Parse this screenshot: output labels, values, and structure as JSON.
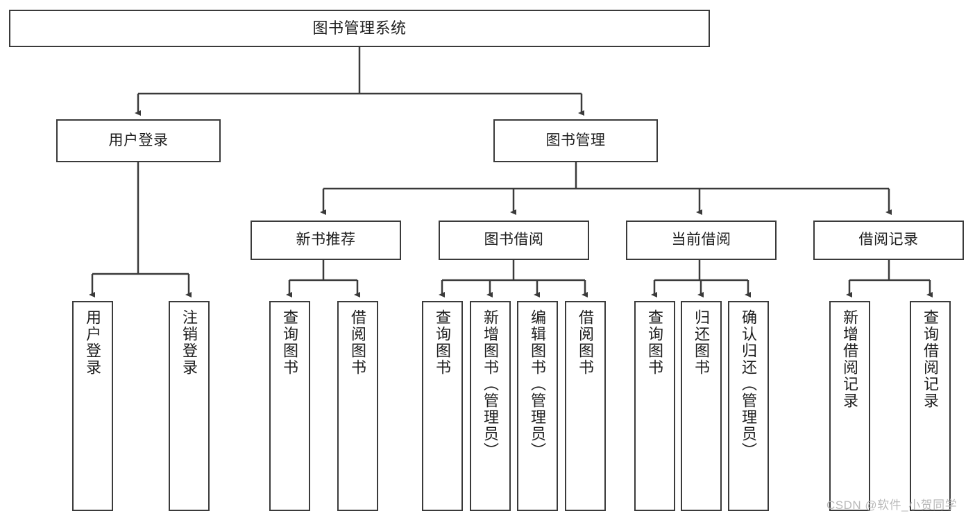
{
  "diagram": {
    "type": "tree",
    "title": "图书管理系统",
    "watermark": "CSDN @软件_小贺同学",
    "stroke_color": "#3a3a3a",
    "fill_color": "#ffffff",
    "text_color": "#1d1d1d",
    "levels": {
      "root": {
        "label": "图书管理系统"
      },
      "level2": [
        {
          "id": "user-login",
          "label": "用户登录"
        },
        {
          "id": "book-manage",
          "label": "图书管理"
        }
      ],
      "level3": [
        {
          "id": "new-book-recommend",
          "label": "新书推荐",
          "parent": "book-manage"
        },
        {
          "id": "book-borrow",
          "label": "图书借阅",
          "parent": "book-manage"
        },
        {
          "id": "current-borrow",
          "label": "当前借阅",
          "parent": "book-manage"
        },
        {
          "id": "borrow-record",
          "label": "借阅记录",
          "parent": "book-manage"
        }
      ],
      "leaves": [
        {
          "id": "leaf-user-login",
          "label": "用户登录",
          "parent": "user-login"
        },
        {
          "id": "leaf-user-logout",
          "label": "注销登录",
          "parent": "user-login"
        },
        {
          "id": "leaf-query-book-1",
          "label": "查询图书",
          "parent": "new-book-recommend"
        },
        {
          "id": "leaf-borrow-book-1",
          "label": "借阅图书",
          "parent": "new-book-recommend"
        },
        {
          "id": "leaf-query-book-2",
          "label": "查询图书",
          "parent": "book-borrow"
        },
        {
          "id": "leaf-add-book",
          "label": "新增图书（管理员）",
          "parent": "book-borrow"
        },
        {
          "id": "leaf-edit-book",
          "label": "编辑图书（管理员）",
          "parent": "book-borrow"
        },
        {
          "id": "leaf-borrow-book-2",
          "label": "借阅图书",
          "parent": "book-borrow"
        },
        {
          "id": "leaf-query-book-3",
          "label": "查询图书",
          "parent": "current-borrow"
        },
        {
          "id": "leaf-return-book",
          "label": "归还图书",
          "parent": "current-borrow"
        },
        {
          "id": "leaf-confirm-return",
          "label": "确认归还（管理员）",
          "parent": "current-borrow"
        },
        {
          "id": "leaf-add-record",
          "label": "新增借阅记录",
          "parent": "borrow-record"
        },
        {
          "id": "leaf-query-record",
          "label": "查询借阅记录",
          "parent": "borrow-record"
        }
      ]
    }
  }
}
